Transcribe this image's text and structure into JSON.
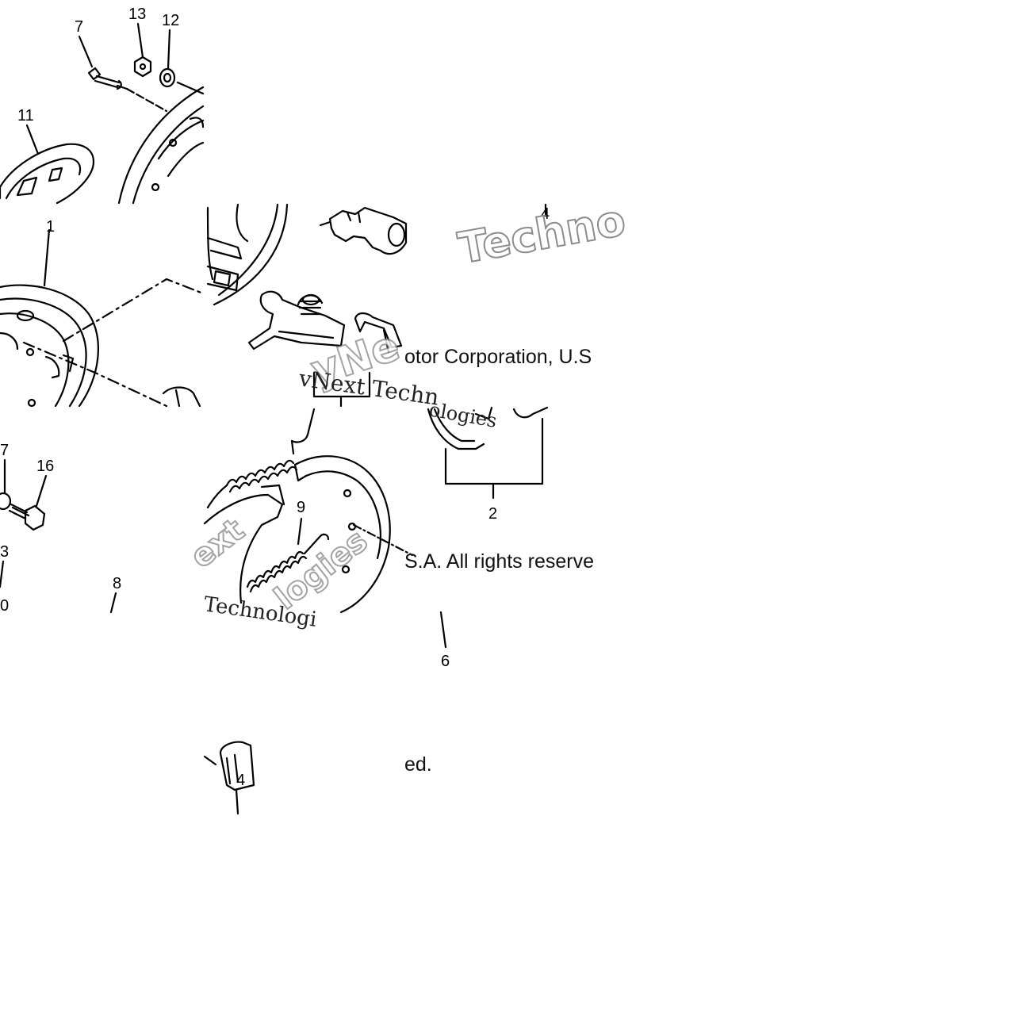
{
  "copyright": {
    "line1": "otor Corporation, U.S",
    "line2": "S.A. All rights reserve",
    "line3": "ed."
  },
  "watermark": {
    "brand_a": "Techno",
    "brand_b": "vNext Techn",
    "brand_c": "Technologi",
    "brand_d": "ologies",
    "brand_e": "ext",
    "brand_f": "logies",
    "brand_g": "yNe"
  },
  "callouts": {
    "c1": "1",
    "c2": "2",
    "c4a": "4",
    "c4b": "4",
    "c6": "6",
    "c7a": "7",
    "c7b": "7",
    "c8": "8",
    "c9": "9",
    "c11": "11",
    "c12": "12",
    "c13a": "13",
    "c13b": "3",
    "c16": "16",
    "c10": "0"
  }
}
